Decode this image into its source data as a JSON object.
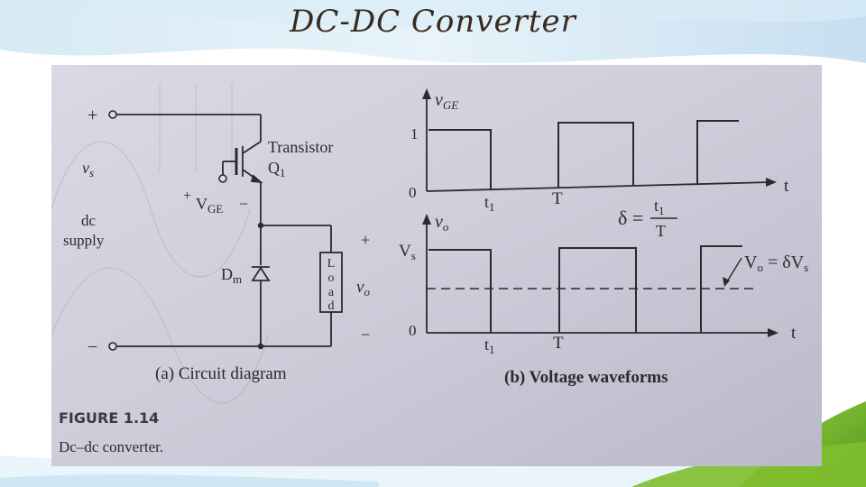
{
  "slide": {
    "title": "DC-DC Converter"
  },
  "figure": {
    "label": "FIGURE 1.14",
    "caption": "Dc–dc converter.",
    "panel_a": "(a) Circuit diagram",
    "panel_b": "(b) Voltage waveforms"
  },
  "circuit": {
    "plus": "+",
    "minus": "−",
    "vs": "v",
    "vs_sub": "s",
    "dc": "dc",
    "supply": "supply",
    "transistor": "Transistor",
    "q1": "Q",
    "q1_sub": "1",
    "vge_plus": "+",
    "vge": "V",
    "vge_sub": "GE",
    "vge_minus": "−",
    "dm": "D",
    "dm_sub": "m",
    "load_letters": [
      "L",
      "o",
      "a",
      "d"
    ],
    "vo": "v",
    "vo_sub": "o",
    "out_plus": "+",
    "out_minus": "−"
  },
  "waveforms": {
    "top_axis": "v",
    "top_axis_sub": "GE",
    "top_level_1": "1",
    "top_level_0": "0",
    "t1": "t",
    "t1_sub": "1",
    "T": "T",
    "t": "t",
    "delta_lhs": "δ =",
    "delta_num": "t",
    "delta_num_sub": "1",
    "delta_den": "T",
    "bottom_axis": "v",
    "bottom_axis_sub": "o",
    "vs_level": "V",
    "vs_level_sub": "s",
    "bottom_level_0": "0",
    "avg_label": "V",
    "avg_label_sub": "o",
    "avg_eq": " = δV",
    "avg_eq_sub": "s"
  }
}
